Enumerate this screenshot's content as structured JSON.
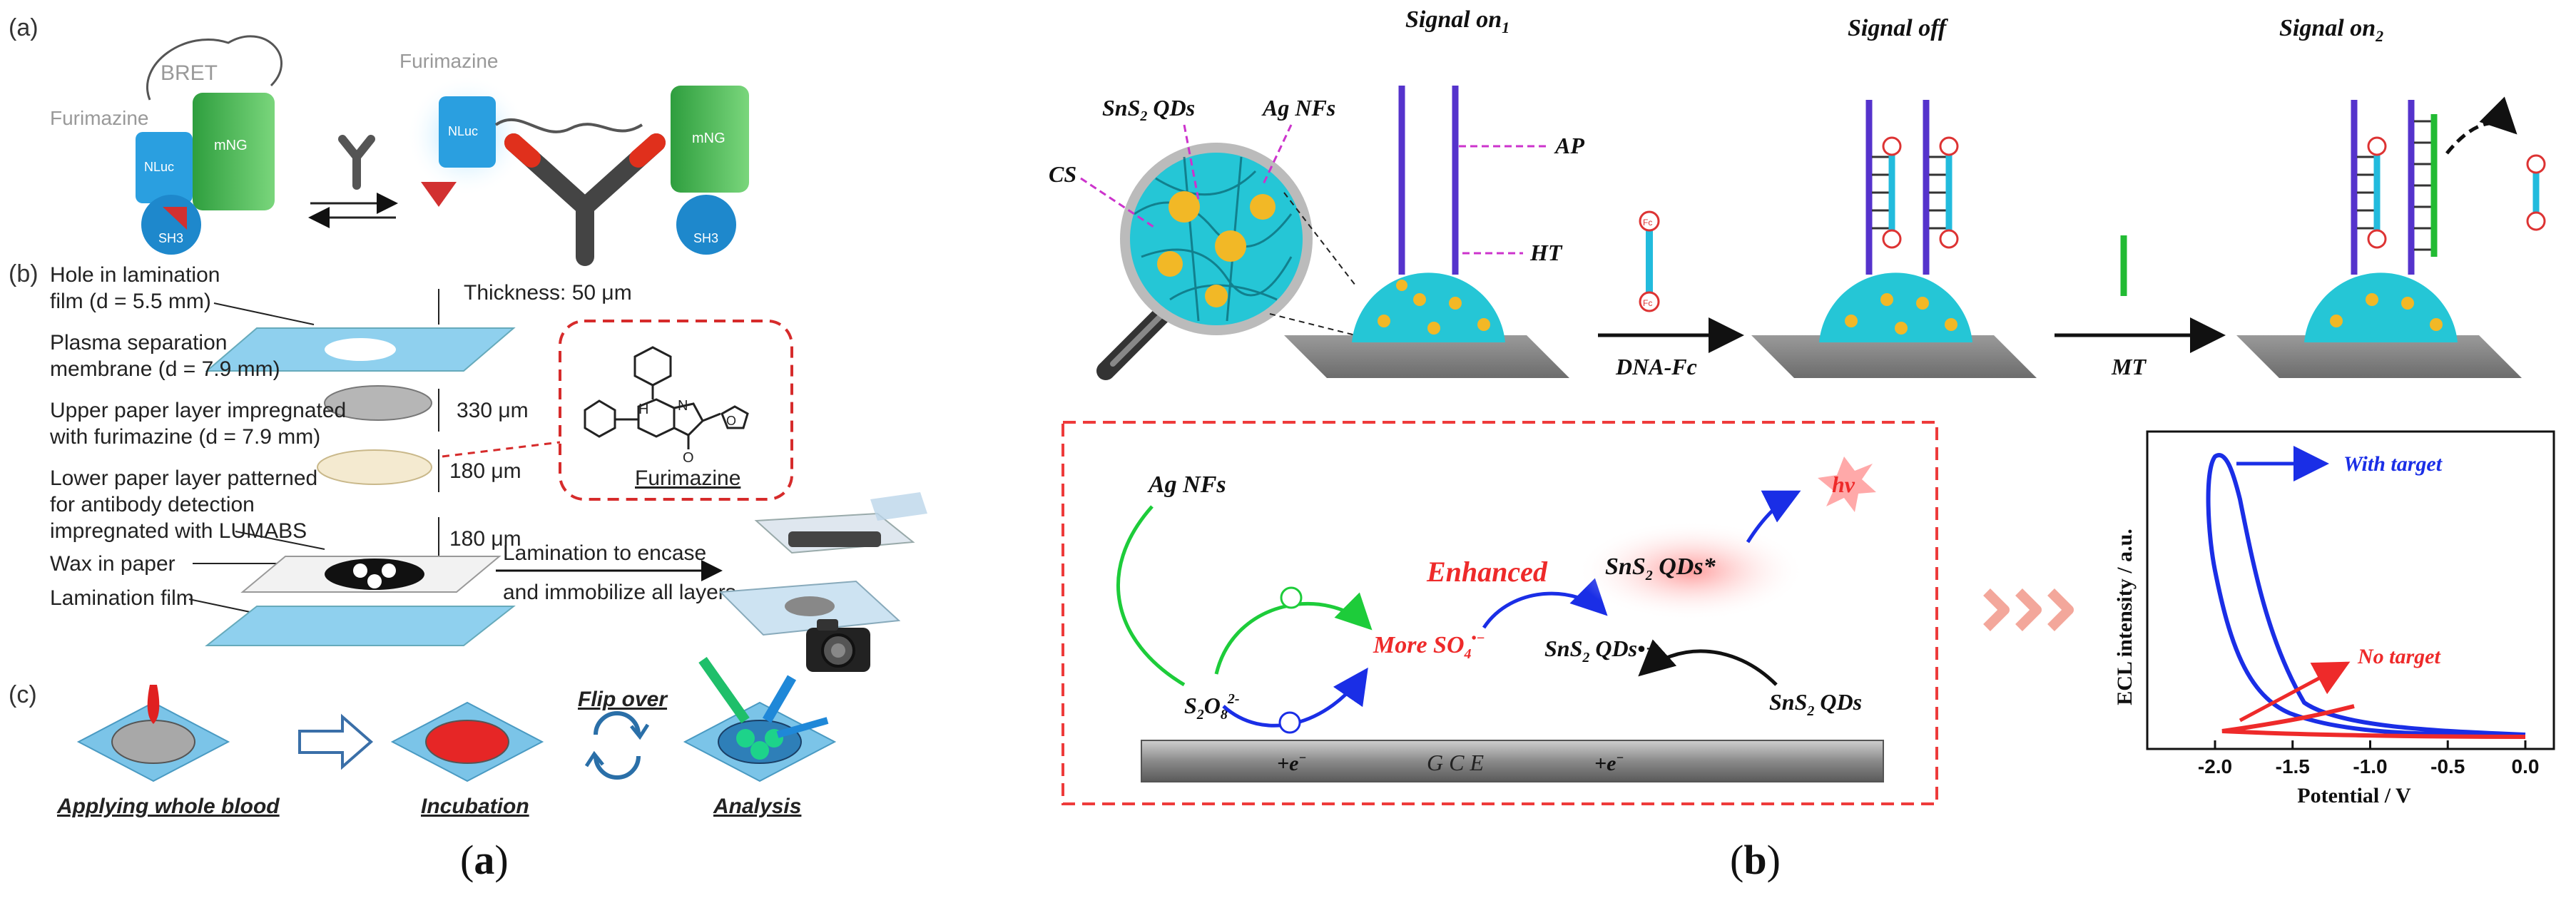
{
  "left": {
    "panel_a_tag": "(a)",
    "panel_b_tag": "(b)",
    "panel_c_tag": "(c)",
    "a": {
      "bret": "BRET",
      "furimazine_left": "Furimazine",
      "furimazine_right": "Furimazine",
      "nluc": "NLuc",
      "mng": "mNG",
      "sh3": "SH3"
    },
    "b": {
      "hole_line1": "Hole in lamination",
      "hole_line2": "film (d = 5.5 mm)",
      "thickness": "Thickness: 50 μm",
      "plasma_line1": "Plasma separation",
      "plasma_line2": "membrane (d = 7.9 mm)",
      "dim_330": "330 μm",
      "upper_line1": "Upper paper layer impregnated",
      "upper_line2": "with furimazine (d = 7.9 mm)",
      "dim_180a": "180 μm",
      "lower_line1": "Lower paper layer patterned",
      "lower_line2": "for antibody detection",
      "lower_line3": "impregnated with LUMABS",
      "dim_180b": "180 μm",
      "wax": "Wax in paper",
      "lamination_film": "Lamination film",
      "encase_line1": "Lamination to encase",
      "encase_line2": "and immobilize all layers",
      "structure_label": "Furimazine"
    },
    "c": {
      "step1": "Applying whole blood",
      "step2": "Incubation",
      "flip": "Flip over",
      "step3": "Analysis"
    },
    "caption": "(a)"
  },
  "right": {
    "signal_on1": "Signal on",
    "signal_on1_sub": "1",
    "signal_off": "Signal off",
    "signal_on2": "Signal on",
    "signal_on2_sub": "2",
    "sns2_qds": "SnS",
    "sns2_sub": "2",
    "sns2_qds_suffix": " QDs",
    "ag_nfs_top": "Ag NFs",
    "cs": "CS",
    "ap": "AP",
    "ht": "HT",
    "dna_fc": "DNA-Fc",
    "mt": "MT",
    "fc": "Fc",
    "mech": {
      "ag_nfs": "Ag NFs",
      "s2o8": "S",
      "enhanced": "Enhanced",
      "more_so4": "More SO",
      "sns2_excited": "SnS",
      "sns2_excited_suffix": " QDs*",
      "sns2_anion": "SnS",
      "sns2_anion_suffix": " QDs•−",
      "sns2_ground": "SnS",
      "sns2_ground_suffix": " QDs",
      "hv": "hν",
      "e_left": "+e",
      "e_right": "+e",
      "gce": "G C E"
    },
    "ecl": {
      "ylabel": "ECL intensity / a.u.",
      "xlabel": "Potential / V",
      "with_target": "With target",
      "no_target": "No target",
      "ticks": [
        "-2.0",
        "-1.5",
        "-1.0",
        "-0.5",
        "0.0"
      ]
    },
    "caption": "(b)"
  },
  "colors": {
    "probe": "#5533cc",
    "dna": "#22bbdd",
    "target": "#22bb33",
    "with_target": "#1a2ee6",
    "no_target": "#ee2a2a",
    "dashed_red": "#ee3b3b",
    "chevron": "#f3a79b"
  }
}
